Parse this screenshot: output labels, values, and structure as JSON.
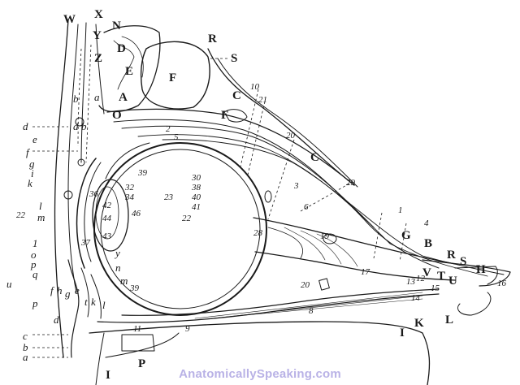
{
  "labels": {
    "W": "W",
    "X": "X",
    "Y": "Y",
    "Z": "Z",
    "N": "N",
    "D": "D",
    "E": "E",
    "A": "A",
    "O": "O",
    "F1": "F",
    "F2": "F",
    "R1": "R",
    "S1": "S",
    "C1": "C",
    "C2": "C",
    "G": "G",
    "B": "B",
    "R2": "R",
    "S2": "S",
    "H": "H",
    "V": "V",
    "T": "T",
    "U": "U",
    "I1": "I",
    "K": "K",
    "L": "L",
    "P1": "P",
    "P2": "p",
    "I2": "I",
    "a1": "a",
    "b1": "b",
    "c1": "c",
    "d1": "d",
    "e1": "e",
    "f1": "f",
    "g1": "g",
    "i1": "i",
    "k1": "k",
    "l1": "l",
    "m1": "m",
    "n1": "1",
    "o1": "o",
    "p1": "p",
    "q1": "q",
    "u1": "u",
    "f2": "f",
    "h1": "h",
    "g2": "g",
    "e2": "e",
    "k2": "k",
    "t1": "t",
    "d2": "d",
    "c2": "c",
    "b2": "b",
    "a2": "a",
    "y1": "y",
    "n2": "n",
    "m2": "m",
    "b3": "b",
    "d3": "d",
    "l2": "l",
    "n10": "10",
    "n21": "21",
    "n2a": "2",
    "n5": "5",
    "n20a": "20",
    "n3": "3",
    "n39a": "39",
    "n32": "32",
    "n34": "34",
    "n30": "30",
    "n38": "38",
    "n40": "40",
    "n41": "41",
    "n23": "23",
    "n22a": "22",
    "n22b": "22",
    "n36": "36",
    "n42": "42",
    "n44": "44",
    "n46": "46",
    "n43": "43",
    "n37": "37",
    "n29": "29",
    "n6": "6",
    "n4": "4",
    "n28": "28",
    "n19": "19",
    "n17": "17",
    "n13": "13",
    "n15": "15",
    "n16": "16",
    "n14": "14",
    "n20b": "20",
    "n8": "8",
    "n9": "9",
    "n11": "11",
    "n39b": "39",
    "n12": "12"
  },
  "watermark": {
    "text": "AnatomicallySpeaking.com",
    "color": "#b9b2e6"
  },
  "colors": {
    "ink": "#1a1a1a",
    "background": "#ffffff"
  }
}
